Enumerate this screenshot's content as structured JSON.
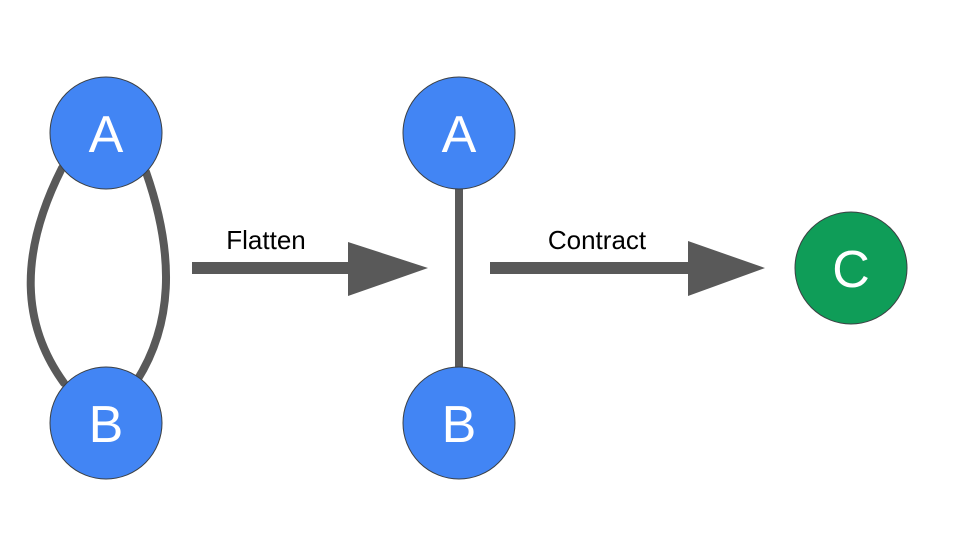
{
  "colors": {
    "node_blue": "#4285f4",
    "node_green": "#0f9d58",
    "edge": "#595959",
    "node_stroke": "#3c4043"
  },
  "graph_1": {
    "node_a": "A",
    "node_b": "B"
  },
  "steps": {
    "flatten": "Flatten",
    "contract": "Contract"
  },
  "graph_2": {
    "node_a": "A",
    "node_b": "B"
  },
  "graph_3": {
    "node_c": "C"
  }
}
